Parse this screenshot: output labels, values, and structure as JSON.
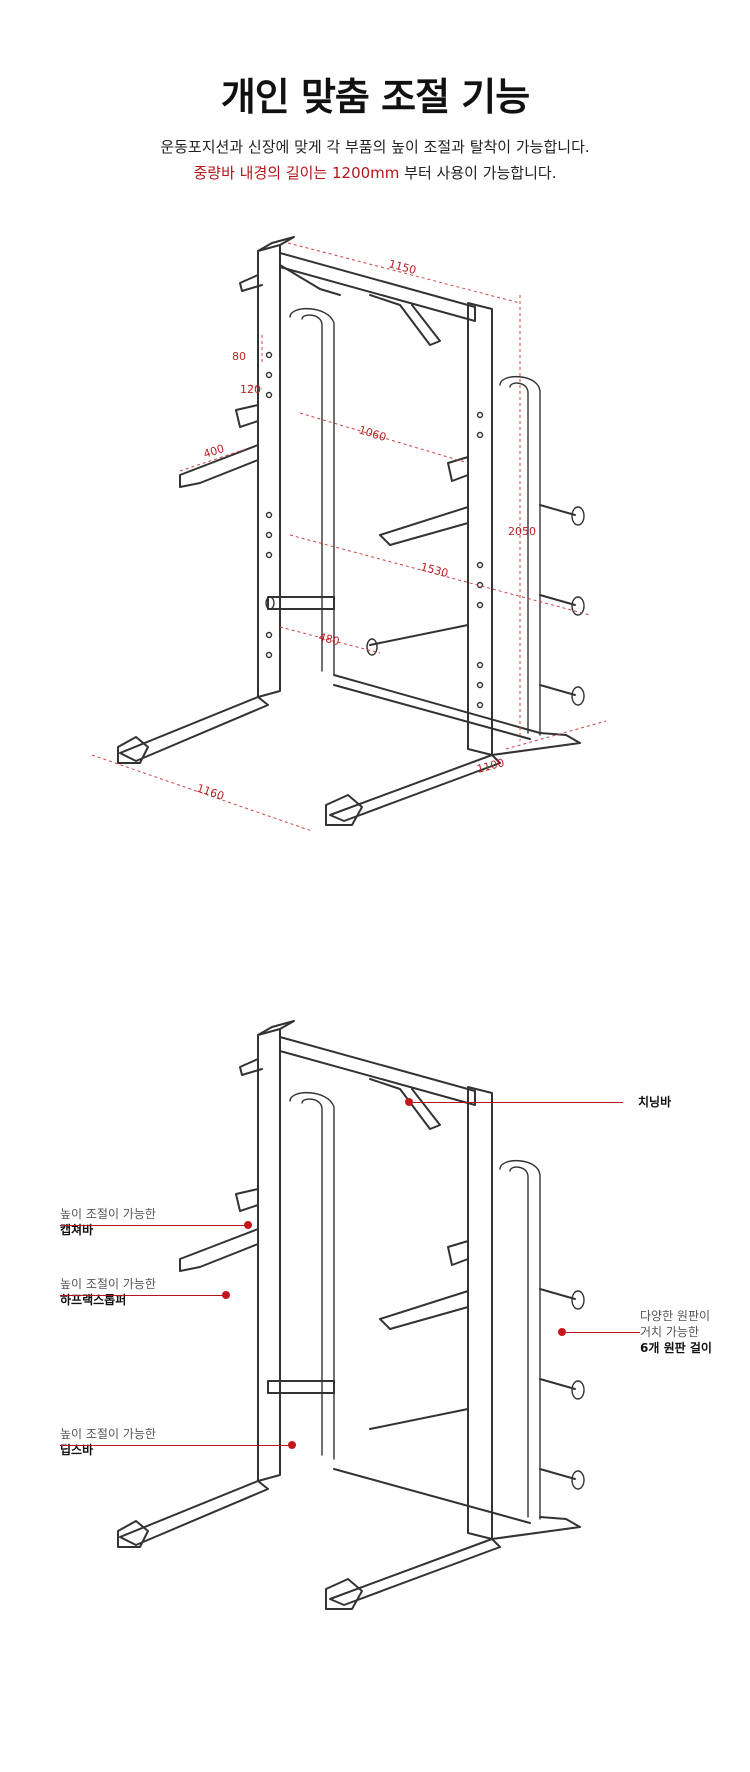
{
  "header": {
    "title": "개인 맞춤 조절 기능",
    "line1": "운동포지션과 신장에 맞게 각 부품의 높이 조절과 탈착이 가능합니다.",
    "line2_red": "중량바 내경의 길이는 1200mm",
    "line2_rest": " 부터 사용이 가능합니다."
  },
  "dimensions": [
    "1150",
    "80",
    "120",
    "400",
    "1060",
    "2050",
    "1530",
    "480",
    "1160",
    "1100"
  ],
  "labels": {
    "chin_bar": "치닝바",
    "catcher_sub": "높이 조절이 가능한",
    "catcher": "캡쳐바",
    "half_sub": "높이 조절이 가능한",
    "half": "하프랙스톱퍼",
    "dips_sub": "높이 조절이 가능한",
    "dips": "딥스바",
    "plate_sub1": "다양한 원판이",
    "plate_sub2": "거치 가능한",
    "plate": "6개 원판 걸이"
  },
  "accent_color": "#c4161c"
}
